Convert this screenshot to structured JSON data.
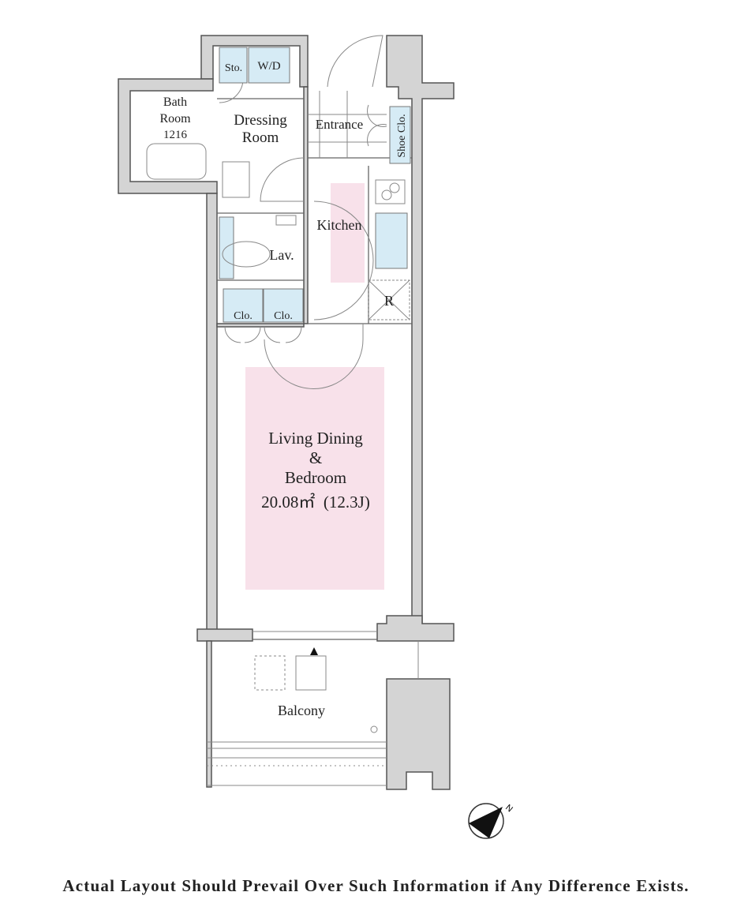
{
  "rooms": {
    "storage": "Sto.",
    "washer_dryer": "W/D",
    "bath_line1": "Bath",
    "bath_line2": "Room",
    "bath_line3": "1216",
    "dressing_line1": "Dressing",
    "dressing_line2": "Room",
    "entrance": "Entrance",
    "shoe_closet": "Shoe Clo.",
    "kitchen": "Kitchen",
    "lavatory": "Lav.",
    "refrigerator": "R",
    "closet_1": "Clo.",
    "closet_2": "Clo.",
    "living_line1": "Living Dining",
    "living_line2": "&",
    "living_line3": "Bedroom",
    "living_area": "20.08㎡  (12.3J)",
    "balcony": "Balcony"
  },
  "compass": {
    "label": "N",
    "icon": "north-arrow-icon"
  },
  "disclaimer": "Actual Layout Should Prevail Over Such Information if Any Difference Exists.",
  "colors": {
    "wall": "#d4d4d4",
    "room_highlight": "#f8e1ea",
    "fixture": "#d6ebf5"
  }
}
